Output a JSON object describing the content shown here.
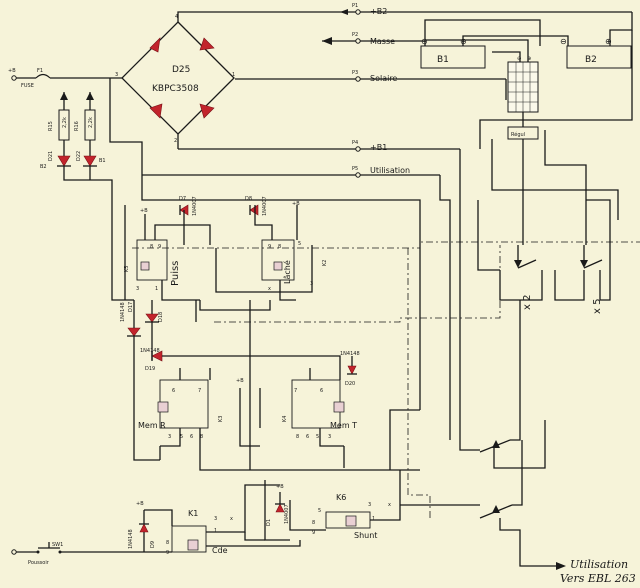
{
  "terminals": {
    "b2": "+B2",
    "masse": "Masse",
    "solaire": "Solaire",
    "b1": "+B1",
    "utilisation": "Utilisation",
    "plus": "+B"
  },
  "pins": {
    "p1": "P1",
    "p2": "P2",
    "p3": "P3",
    "p4": "P4",
    "p5": "P5",
    "n1": "1",
    "n2": "2",
    "n3": "3",
    "n4": "4",
    "n5": "5",
    "n6": "6",
    "n7": "7",
    "n8": "8",
    "n9": "9",
    "x": "x"
  },
  "bridge": {
    "ref": "D25",
    "part": "KBPC3508"
  },
  "fuse": {
    "ref": "F1",
    "label": "FUSE"
  },
  "resistors": {
    "r15": "R15",
    "r16": "R16",
    "value": "2,2k"
  },
  "diodes": {
    "d21": "D21",
    "d22": "D22",
    "d17": "D17",
    "d19": "D19",
    "d20": "D20",
    "d18": "D18",
    "d7": "D7",
    "d8": "D8",
    "d9": "D9",
    "d1": "D1",
    "part": "1N4148",
    "part2": "1N4007"
  },
  "leds": {
    "b2": "B2",
    "b1": "B1"
  },
  "relays": {
    "k1": "K1",
    "k2": "K2",
    "k3": "K3",
    "k4": "K4",
    "k5": "K5",
    "k6": "K6",
    "puiss": "Puiss",
    "lache": "Lâché",
    "mem_r": "Mem R",
    "mem_t": "Mem T",
    "shunt": "Shunt",
    "cde": "Cde"
  },
  "switch": {
    "ref": "SW1",
    "label": "Poussoir"
  },
  "batteries": {
    "b1": "B1",
    "b2": "B2",
    "minus": "⊖",
    "plus": "⊕"
  },
  "regulator": {
    "label": "Régul"
  },
  "contacts": {
    "x2": "x 2",
    "x5": "x 5"
  },
  "notes": {
    "util": "Utilisation",
    "vers": "Vers EBL 263"
  }
}
